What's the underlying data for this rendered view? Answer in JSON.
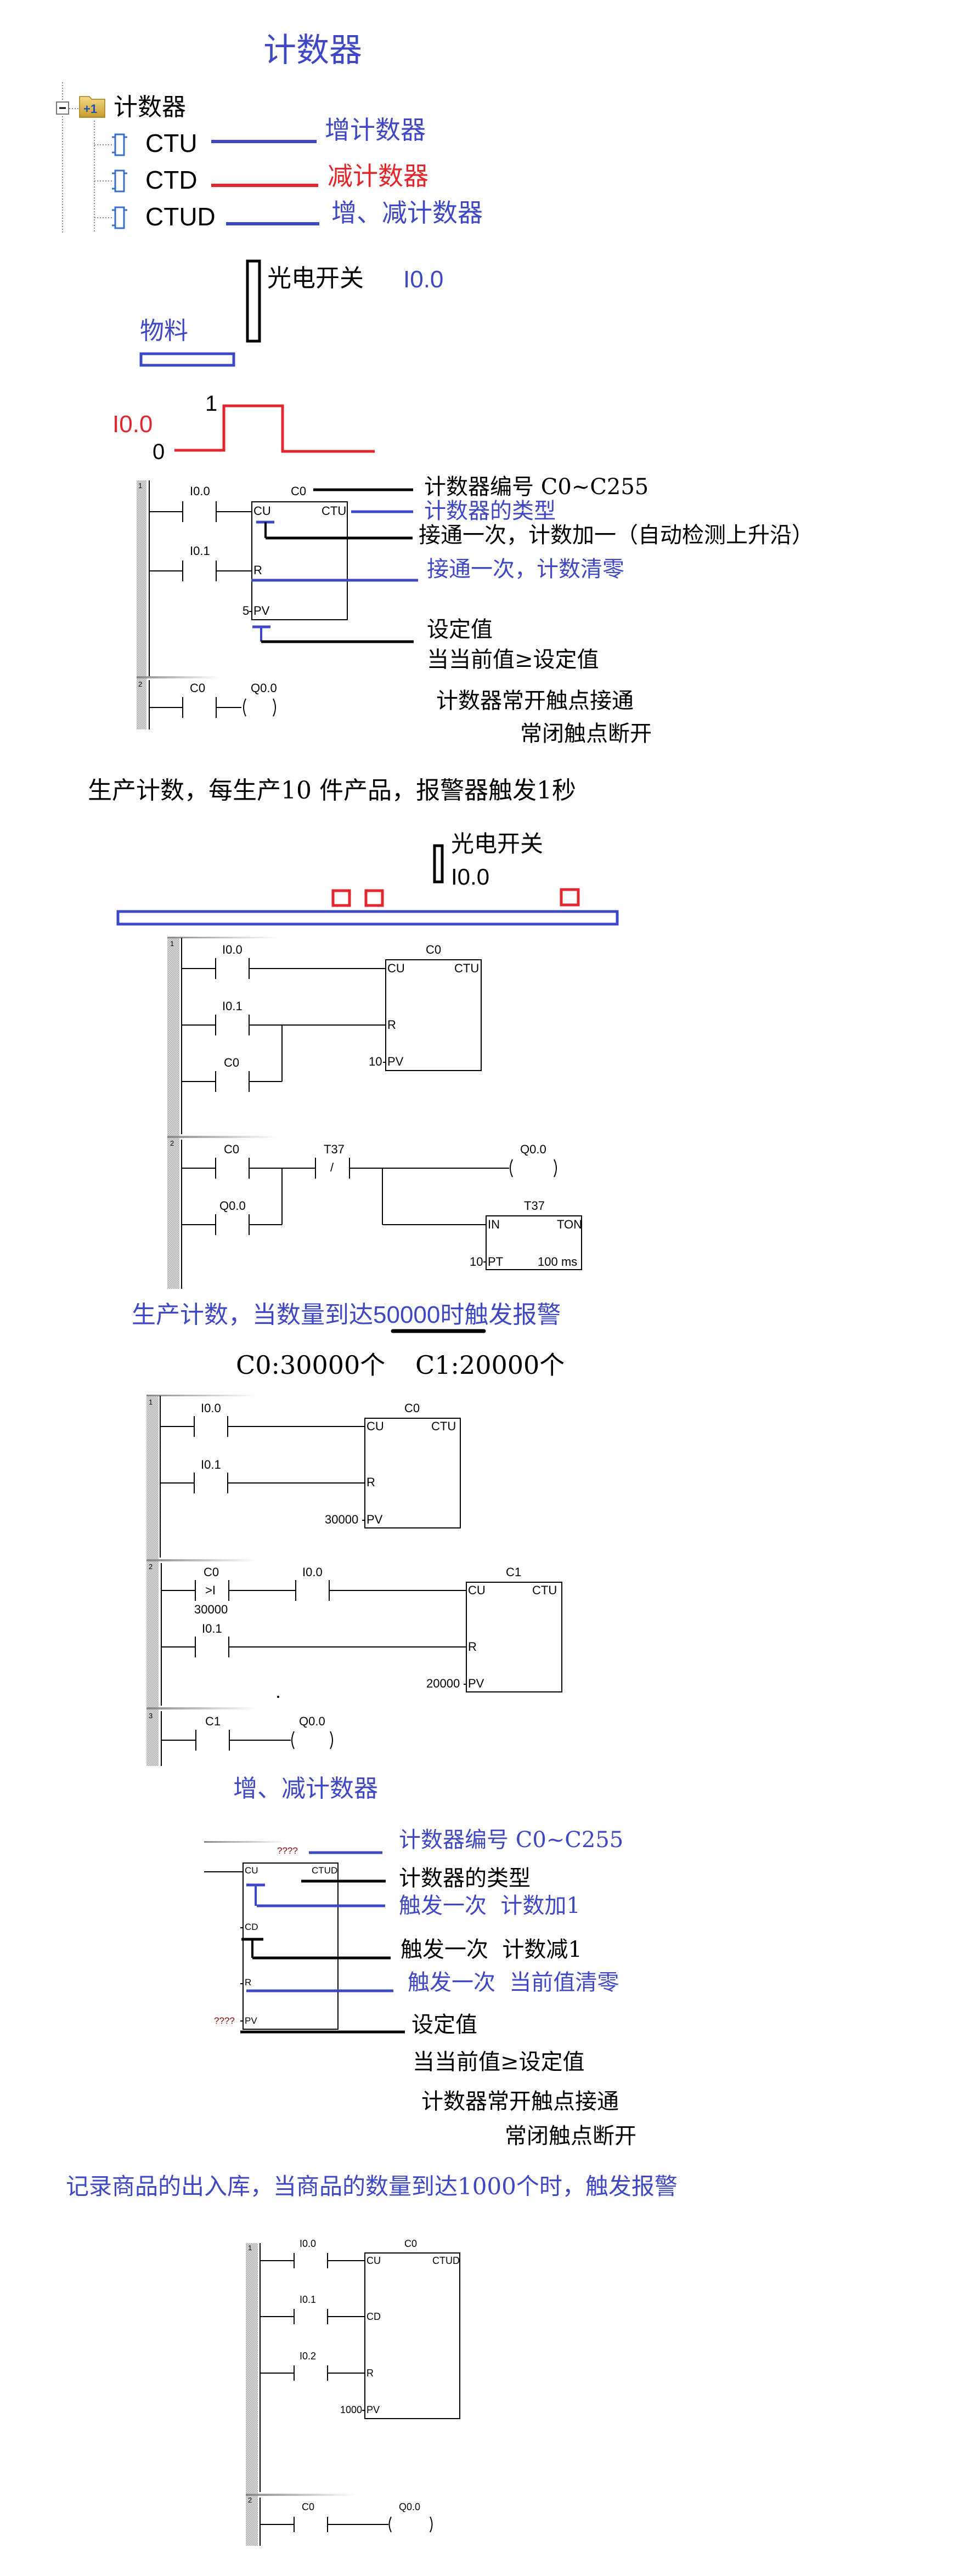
{
  "title": "计数器",
  "tree": {
    "root_label": "计数器",
    "items": [
      {
        "code": "CTU",
        "desc": "增计数器",
        "color": "#3f48c4"
      },
      {
        "code": "CTD",
        "desc": "减计数器",
        "color": "#e3262b"
      },
      {
        "code": "CTUD",
        "desc": "增、减计数器",
        "color": "#3f48c4"
      }
    ]
  },
  "sensor_demo": {
    "switch_label": "光电开关",
    "switch_addr": "I0.0",
    "material_label": "物料",
    "signal_label": "I0.0",
    "high": "1",
    "low": "0"
  },
  "ctu_explained": {
    "net1": "1",
    "net2": "2",
    "contact_cu": "I0.0",
    "contact_r": "I0.1",
    "counter": "C0",
    "type": "CTU",
    "pins": {
      "cu": "CU",
      "r": "R",
      "pv": "PV"
    },
    "pv_value": "5",
    "out_contact": "C0",
    "out_coil": "Q0.0",
    "notes": {
      "number": "计数器编号 C0~C255",
      "type": "计数器的类型",
      "cu": "接通一次，计数加一（自动检测上升沿）",
      "r": "接通一次，计数清零",
      "pv": "设定值",
      "cond": "当当前值≥设定值",
      "no": "计数器常开触点接通",
      "nc": "常闭触点断开"
    }
  },
  "example1": {
    "title": "生产计数，每生产10 件产品，报警器触发1秒",
    "switch_label": "光电开关",
    "switch_addr": "I0.0",
    "ladder": {
      "net1": "1",
      "net2": "2",
      "c1": "I0.0",
      "c2": "I0.1",
      "c3": "C0",
      "counter": "C0",
      "type": "CTU",
      "pins": {
        "cu": "CU",
        "r": "R",
        "pv": "PV"
      },
      "pv_value": "10",
      "r2_c1": "C0",
      "r2_c2": "Q0.0",
      "r2_nc": "T37",
      "r2_nc_slash": "/",
      "r2_coil": "Q0.0",
      "timer": "T37",
      "timer_type": "TON",
      "timer_pins": {
        "in": "IN",
        "pt": "PT"
      },
      "pt_value": "10",
      "timebase": "100 ms"
    }
  },
  "example2": {
    "title_pre": "生产计数，当数量到达",
    "title_num": "50000",
    "title_post": "时触发报警",
    "split_c0": "C0:30000个",
    "split_c1": "C1:20000个",
    "ladder": {
      "net1": "1",
      "net2": "2",
      "net3": "3",
      "n1_c1": "I0.0",
      "n1_c2": "I0.1",
      "n1_counter": "C0",
      "n1_type": "CTU",
      "n1_pv": "30000",
      "n2_cmp": "C0",
      "n2_cmp_op": ">I",
      "n2_cmp_val": "30000",
      "n2_c2": "I0.0",
      "n2_c3": "I0.1",
      "n2_counter": "C1",
      "n2_type": "CTU",
      "n2_pv": "20000",
      "n3_c1": "C1",
      "n3_coil": "Q0.0",
      "pins": {
        "cu": "CU",
        "r": "R",
        "pv": "PV"
      }
    }
  },
  "ctud_explained": {
    "title": "增、减计数器",
    "placeholder": "????",
    "type": "CTUD",
    "pins": {
      "cu": "CU",
      "cd": "CD",
      "r": "R",
      "pv": "PV"
    },
    "notes": {
      "number": "计数器编号 C0~C255",
      "type": "计数器的类型",
      "cu": "触发一次  计数加1",
      "cd": "触发一次  计数减1",
      "r": "触发一次  当前值清零",
      "pv": "设定值",
      "cond": "当当前值≥设定值",
      "no": "计数器常开触点接通",
      "nc": "常闭触点断开"
    }
  },
  "example3": {
    "title": "记录商品的出入库，当商品的数量到达1000个时，触发报警",
    "ladder": {
      "net1": "1",
      "net2": "2",
      "c1": "I0.0",
      "c2": "I0.1",
      "c3": "I0.2",
      "counter": "C0",
      "type": "CTUD",
      "pins": {
        "cu": "CU",
        "cd": "CD",
        "r": "R",
        "pv": "PV"
      },
      "pv_value": "1000",
      "r2_c1": "C0",
      "r2_coil": "Q0.0"
    }
  },
  "colors": {
    "blue": "#3f48c4",
    "red": "#e3262b",
    "olive": "#7a7a12",
    "black": "#000000"
  }
}
